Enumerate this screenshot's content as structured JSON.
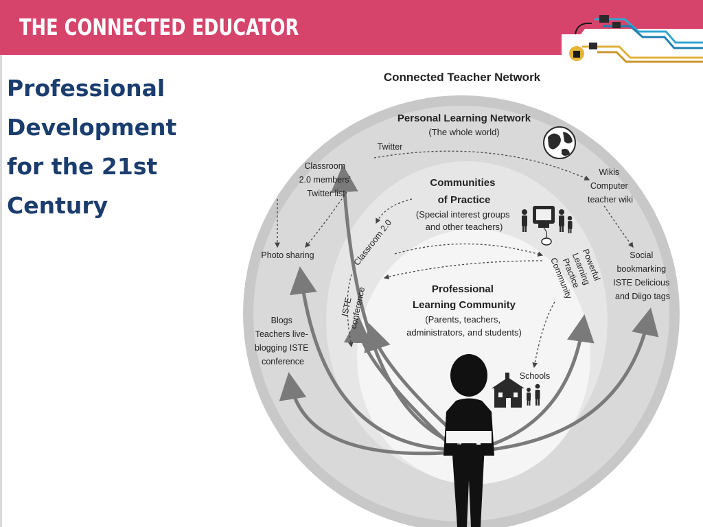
{
  "banner": {
    "title": "THE CONNECTED EDUCATOR"
  },
  "heading": {
    "lines": [
      "Professional",
      "Development",
      "for the 21st",
      "Century"
    ]
  },
  "diagram": {
    "title": "Connected Teacher Network",
    "pln": {
      "title": "Personal Learning Network",
      "subtitle": "(The whole world)"
    },
    "cop": {
      "title1": "Communities",
      "title2": "of Practice",
      "sub1": "(Special interest groups",
      "sub2": "and other teachers)"
    },
    "plc": {
      "title1": "Professional",
      "title2": "Learning Community",
      "sub1": "(Parents, teachers,",
      "sub2": "administrators, and students)"
    },
    "nodes": {
      "twitter": "Twitter",
      "classroom_list": [
        "Classroom",
        "2.0 members'",
        "Twitter list"
      ],
      "wikis": [
        "Wikis",
        "Computer",
        "teacher wiki"
      ],
      "photo": "Photo sharing",
      "social": [
        "Social",
        "bookmarking",
        "ISTE Delicious",
        "and Diigo tags"
      ],
      "blogs": [
        "Blogs",
        "Teachers live-",
        "blogging ISTE",
        "conference"
      ],
      "classroom20": "Classroom 2.0",
      "iste": [
        "ISTE",
        "conference"
      ],
      "powerful": [
        "Powerful",
        "Learning",
        "Practice",
        "Community"
      ],
      "schools": "Schools"
    }
  },
  "colors": {
    "banner": "#d6446b",
    "heading": "#1b3d6e",
    "outer": "#c8c8c8",
    "middle": "#e3e3e3",
    "inner": "#f4f4f4",
    "arrow": "#7a7a7a"
  },
  "icons": [
    "cable-logo-icon",
    "globe-icon",
    "computer-icon",
    "people-icon",
    "schoolhouse-icon",
    "person-icon"
  ]
}
